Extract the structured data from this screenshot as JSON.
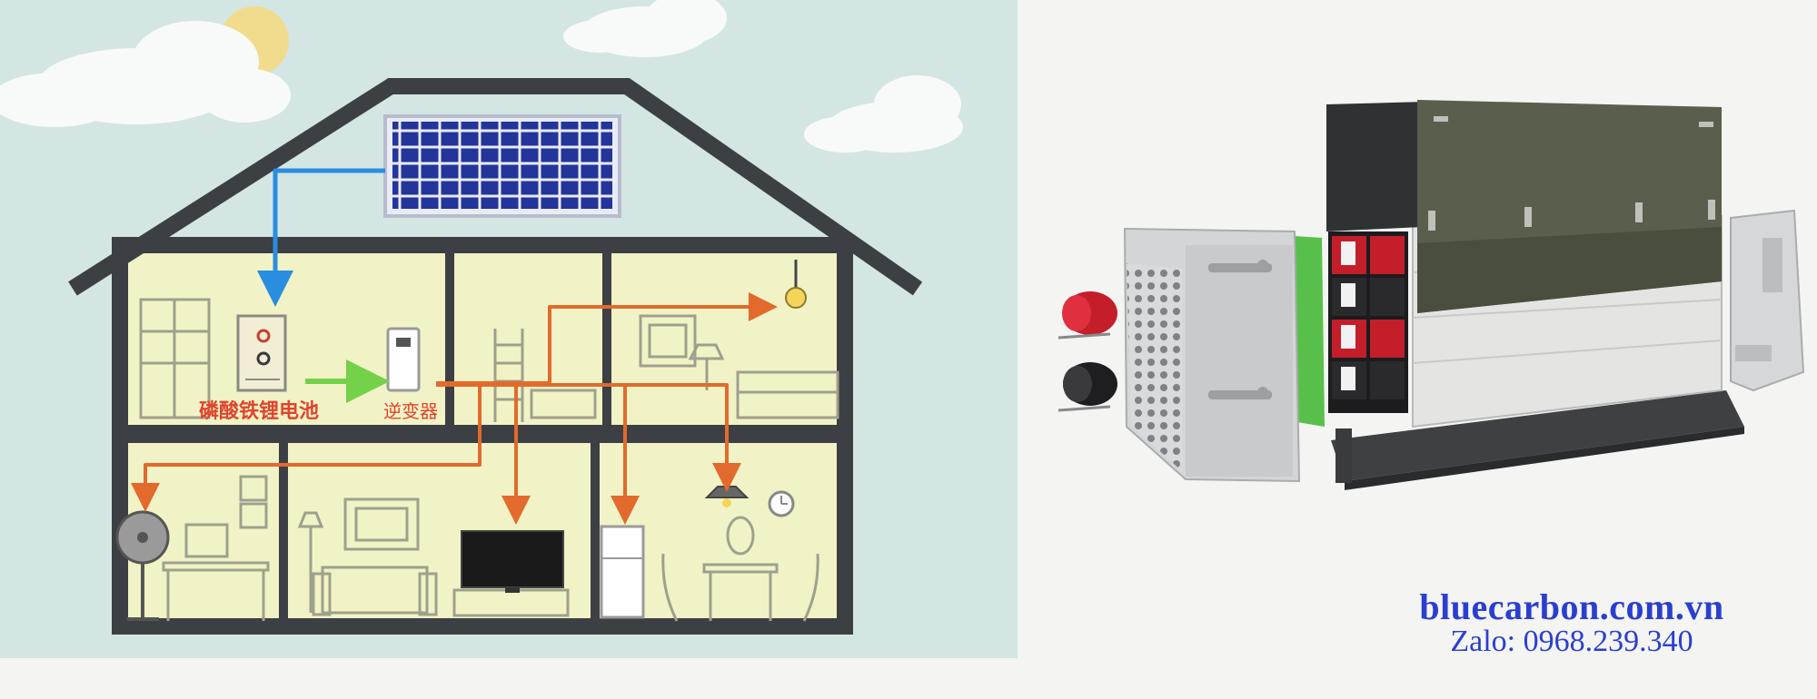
{
  "labels": {
    "battery": "磷酸铁锂电池",
    "inverter": "逆变器"
  },
  "watermark": {
    "site": "bluecarbon.com.vn",
    "zalo": "Zalo: 0968.239.340"
  },
  "colors": {
    "sky": "#d3e6e3",
    "wall": "#f1f3c6",
    "house_outline": "#3c3f44",
    "arrow_orange": "#e26a2c",
    "arrow_blue": "#2a8ee0",
    "arrow_green": "#74d14a",
    "watermark": "#2a3fd0"
  },
  "icons": [
    "solar-panel-icon",
    "battery-cabinet-icon",
    "inverter-icon",
    "bulb-icon",
    "fan-icon",
    "tv-icon",
    "fridge-icon",
    "ceiling-lamp-icon",
    "clock-icon"
  ]
}
